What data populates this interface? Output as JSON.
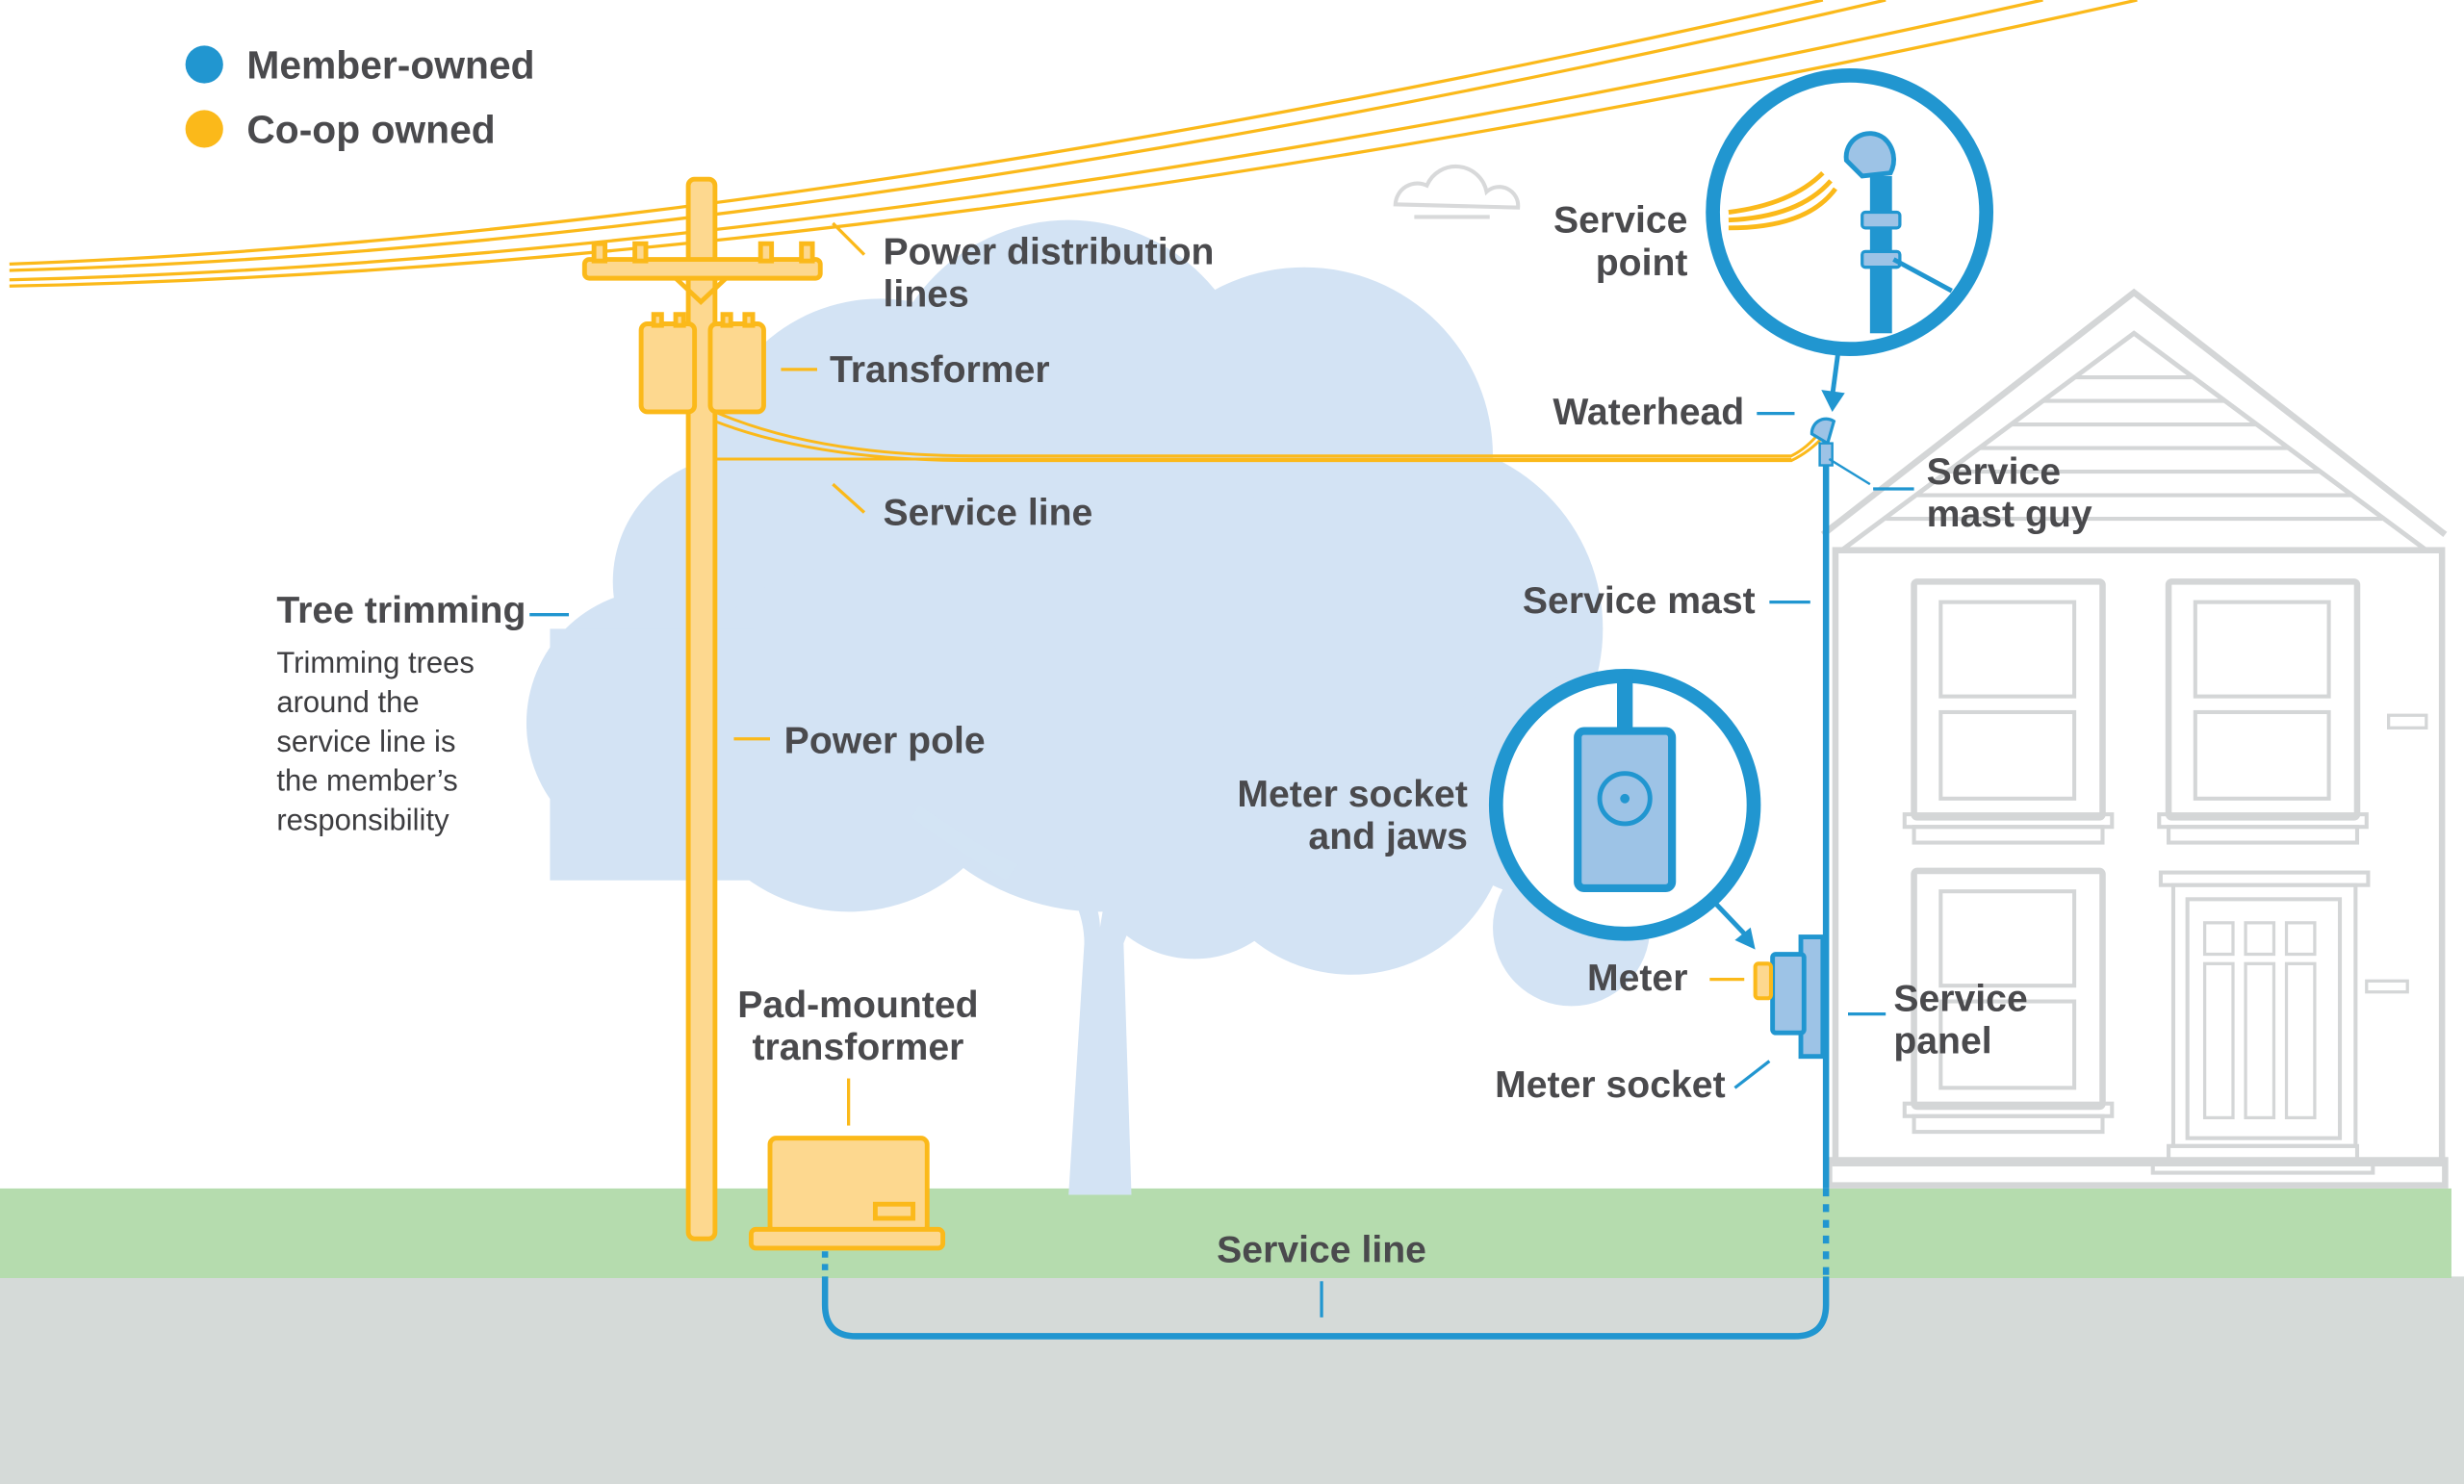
{
  "legend": {
    "items": [
      {
        "label": "Member-owned",
        "color": "#2196d0"
      },
      {
        "label": "Co-op owned",
        "color": "#fbb91a"
      }
    ]
  },
  "colors": {
    "member_blue": "#2196d0",
    "member_blue_fill": "#9dc3e6",
    "coop_yellow": "#fbb91a",
    "coop_yellow_fill": "#fdd88f",
    "tree": "#d3e3f4",
    "grass": "#b5dcae",
    "soil": "#d5dad8",
    "house_stroke": "#d4d6d7",
    "text": "#4a4a4d"
  },
  "labels": {
    "power_distribution_lines": [
      "Power distribution",
      "lines"
    ],
    "transformer": "Transformer",
    "service_line_overhead": "Service line",
    "tree_trimming_title": "Tree trimming",
    "tree_trimming_body": [
      "Trimming trees",
      "around the",
      "service line is",
      "the member’s",
      "responsibility"
    ],
    "power_pole": "Power pole",
    "pad_mounted_transformer": [
      "Pad-mounted",
      "transformer"
    ],
    "service_point": [
      "Service",
      "point"
    ],
    "waterhead": "Waterhead",
    "service_mast_guy": [
      "Service",
      "mast guy"
    ],
    "service_mast": "Service mast",
    "meter_socket_and_jaws": [
      "Meter socket",
      "and jaws"
    ],
    "meter": "Meter",
    "meter_socket": "Meter socket",
    "service_panel": [
      "Service",
      "panel"
    ],
    "service_line_underground": "Service line"
  }
}
